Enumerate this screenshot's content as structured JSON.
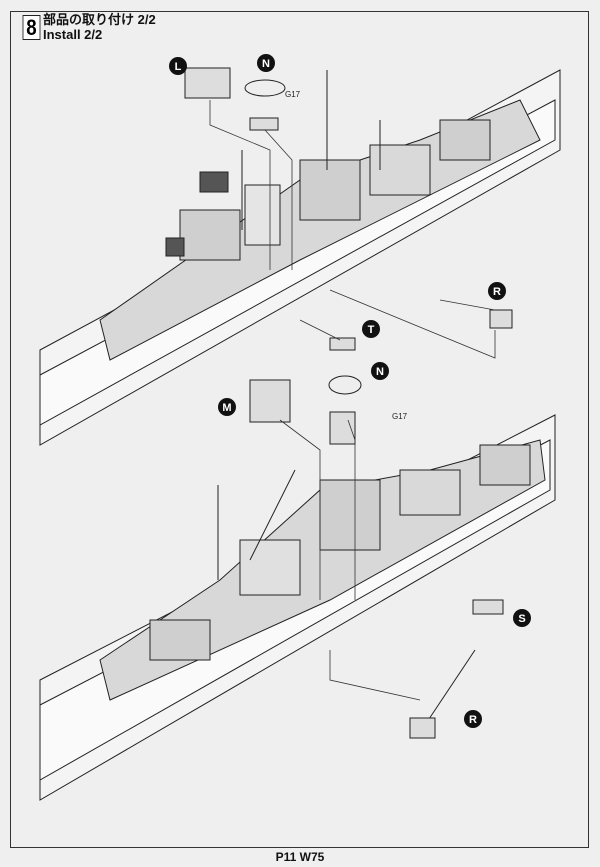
{
  "step": {
    "number": "8",
    "title_jp": "部品の取り付け 2/2",
    "title_en": "Install 2/2"
  },
  "upper_diagram": {
    "callouts": [
      "L",
      "N",
      "R",
      "T"
    ],
    "part_number": "G17"
  },
  "lower_diagram": {
    "callouts": [
      "M",
      "N",
      "S",
      "R"
    ],
    "part_number": "G17"
  },
  "footer": {
    "page": "P11 W75"
  }
}
